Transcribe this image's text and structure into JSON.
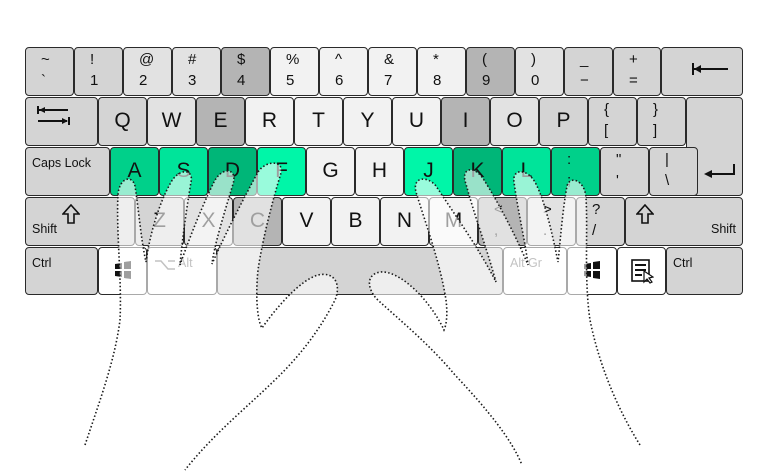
{
  "colors": {
    "key_light": "#f2f2f2",
    "key_mid": "#e2e2e2",
    "key_dark": "#d4d4d4",
    "key_darker": "#b4b4b4",
    "key_white": "#ffffff",
    "home_pinky": "#00d08a",
    "home_ring": "#00e49a",
    "home_middle": "#00b678",
    "home_index": "#00f6a8",
    "hand_outline": "#1a1a1a"
  },
  "rows": [
    [
      {
        "id": "backtick",
        "top": "~",
        "bottom": "`",
        "fill": "key_dark"
      },
      {
        "id": "1",
        "top": "!",
        "bottom": "1",
        "fill": "key_dark"
      },
      {
        "id": "2",
        "top": "@",
        "bottom": "2",
        "fill": "key_mid"
      },
      {
        "id": "3",
        "top": "#",
        "bottom": "3",
        "fill": "key_mid"
      },
      {
        "id": "4",
        "top": "$",
        "bottom": "4",
        "fill": "key_darker"
      },
      {
        "id": "5",
        "top": "%",
        "bottom": "5",
        "fill": "key_light"
      },
      {
        "id": "6",
        "top": "^",
        "bottom": "6",
        "fill": "key_light"
      },
      {
        "id": "7",
        "top": "&",
        "bottom": "7",
        "fill": "key_light"
      },
      {
        "id": "8",
        "top": "*",
        "bottom": "8",
        "fill": "key_light"
      },
      {
        "id": "9",
        "top": "(",
        "bottom": "9",
        "fill": "key_darker"
      },
      {
        "id": "0",
        "top": ")",
        "bottom": "0",
        "fill": "key_mid"
      },
      {
        "id": "minus",
        "top": "_",
        "bottom": "−",
        "fill": "key_dark"
      },
      {
        "id": "equals",
        "top": "+",
        "bottom": "=",
        "fill": "key_dark"
      },
      {
        "id": "backspace",
        "icon": "backspace-arrow-icon",
        "fill": "key_dark"
      }
    ],
    [
      {
        "id": "tab",
        "icon": "tab-arrows-icon",
        "fill": "key_dark"
      },
      {
        "id": "q",
        "main": "Q",
        "fill": "key_dark"
      },
      {
        "id": "w",
        "main": "W",
        "fill": "key_mid"
      },
      {
        "id": "e",
        "main": "E",
        "fill": "key_darker"
      },
      {
        "id": "r",
        "main": "R",
        "fill": "key_light"
      },
      {
        "id": "t",
        "main": "T",
        "fill": "key_light"
      },
      {
        "id": "y",
        "main": "Y",
        "fill": "key_light"
      },
      {
        "id": "u",
        "main": "U",
        "fill": "key_light"
      },
      {
        "id": "i",
        "main": "I",
        "fill": "key_darker"
      },
      {
        "id": "o",
        "main": "O",
        "fill": "key_mid"
      },
      {
        "id": "p",
        "main": "P",
        "fill": "key_dark"
      },
      {
        "id": "lbracket",
        "top": "{",
        "bottom": "[",
        "fill": "key_dark"
      },
      {
        "id": "rbracket",
        "top": "}",
        "bottom": "]",
        "fill": "key_dark"
      },
      {
        "id": "enter",
        "icon": "enter-arrow-icon",
        "fill": "key_dark"
      }
    ],
    [
      {
        "id": "capslock",
        "small": "Caps Lock",
        "fill": "key_dark"
      },
      {
        "id": "a",
        "main": "A",
        "fill": "home_pinky"
      },
      {
        "id": "s",
        "main": "S",
        "fill": "home_ring"
      },
      {
        "id": "d",
        "main": "D",
        "fill": "home_middle"
      },
      {
        "id": "f",
        "main": "F",
        "fill": "home_index"
      },
      {
        "id": "g",
        "main": "G",
        "fill": "key_light"
      },
      {
        "id": "h",
        "main": "H",
        "fill": "key_light"
      },
      {
        "id": "j",
        "main": "J",
        "fill": "home_index"
      },
      {
        "id": "k",
        "main": "K",
        "fill": "home_middle"
      },
      {
        "id": "l",
        "main": "L",
        "fill": "home_ring"
      },
      {
        "id": "semicolon",
        "top": ":",
        "bottom": ";",
        "fill": "home_pinky"
      },
      {
        "id": "quote",
        "top": "\"",
        "bottom": "'",
        "fill": "key_dark"
      },
      {
        "id": "backslash",
        "top": "|",
        "bottom": "\\",
        "fill": "key_dark"
      }
    ],
    [
      {
        "id": "lshift",
        "small": "Shift",
        "icon": "shift-arrow-icon",
        "fill": "key_dark"
      },
      {
        "id": "z",
        "main": "Z",
        "fill": "key_dark"
      },
      {
        "id": "x",
        "main": "X",
        "fill": "key_mid"
      },
      {
        "id": "c",
        "main": "C",
        "fill": "key_darker"
      },
      {
        "id": "v",
        "main": "V",
        "fill": "key_light"
      },
      {
        "id": "b",
        "main": "B",
        "fill": "key_light"
      },
      {
        "id": "n",
        "main": "N",
        "fill": "key_light"
      },
      {
        "id": "m",
        "main": "M",
        "fill": "key_light"
      },
      {
        "id": "comma",
        "top": "<",
        "bottom": ",",
        "fill": "key_darker"
      },
      {
        "id": "period",
        "top": ">",
        "bottom": ".",
        "fill": "key_mid"
      },
      {
        "id": "slash",
        "top": "?",
        "bottom": "/",
        "fill": "key_dark"
      },
      {
        "id": "rshift",
        "small": "Shift",
        "icon": "shift-arrow-icon",
        "fill": "key_dark"
      }
    ],
    [
      {
        "id": "lctrl",
        "small": "Ctrl",
        "fill": "key_dark"
      },
      {
        "id": "lwin",
        "icon": "windows-logo-icon",
        "fill": "key_white"
      },
      {
        "id": "alt",
        "small": "Alt",
        "icon": "option-key-icon",
        "fill": "key_white"
      },
      {
        "id": "space",
        "fill": "key_dark"
      },
      {
        "id": "altgr",
        "small": "Alt Gr",
        "fill": "key_white"
      },
      {
        "id": "rwin",
        "icon": "windows-logo-icon",
        "fill": "key_white"
      },
      {
        "id": "menu",
        "icon": "context-menu-icon",
        "fill": "key_white"
      },
      {
        "id": "rctrl",
        "small": "Ctrl",
        "fill": "key_dark"
      }
    ]
  ]
}
